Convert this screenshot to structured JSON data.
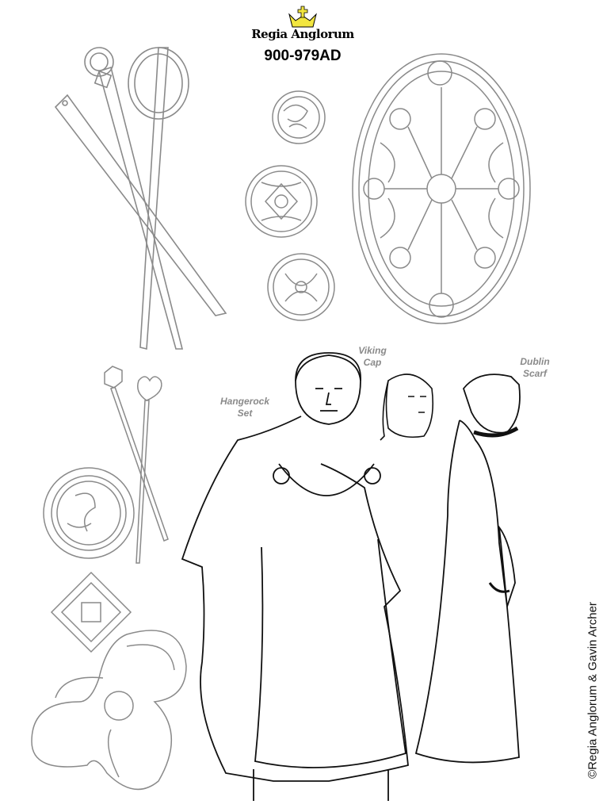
{
  "logo": {
    "text": "Regia Anglorum"
  },
  "header": {
    "date_range": "900-979AD"
  },
  "labels": {
    "hangerock": [
      "Hangerock",
      "Set"
    ],
    "viking_cap": [
      "Viking",
      "Cap"
    ],
    "dublin_scarf": [
      "Dublin",
      "Scarf"
    ]
  },
  "copyright": "©Regia Anglorum & Gavin Archer",
  "colors": {
    "line_grey": "#8a8a8a",
    "line_black": "#111111",
    "crown": "#f2e640"
  }
}
